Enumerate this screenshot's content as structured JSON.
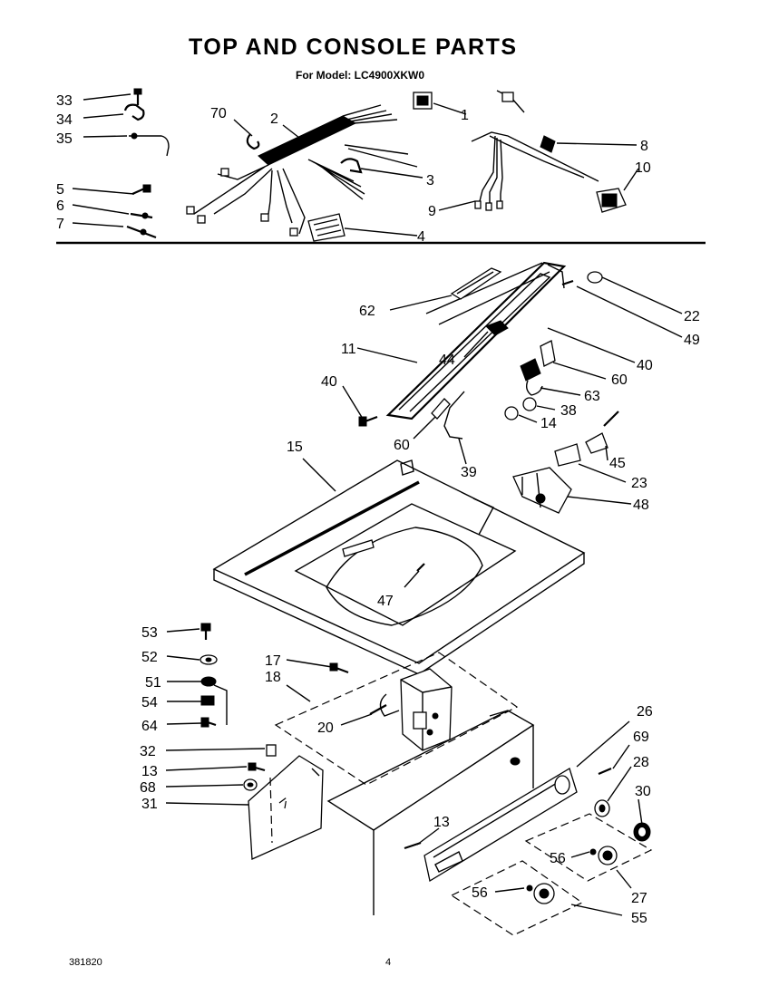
{
  "title": "TOP AND CONSOLE PARTS",
  "subtitle": "For Model: LC4900XKW0",
  "footer": {
    "code": "381820",
    "page": "4"
  },
  "callouts": {
    "c33": "33",
    "c34": "34",
    "c35": "35",
    "c70": "70",
    "c2": "2",
    "c1": "1",
    "c8": "8",
    "c10": "10",
    "c3": "3",
    "c9": "9",
    "c5": "5",
    "c6": "6",
    "c7": "7",
    "c4": "4",
    "c62": "62",
    "c22": "22",
    "c49": "49",
    "c11": "11",
    "c44": "44",
    "c40a": "40",
    "c40b": "40",
    "c60a": "60",
    "c63": "63",
    "c38": "38",
    "c14": "14",
    "c60b": "60",
    "c45": "45",
    "c39": "39",
    "c23": "23",
    "c15": "15",
    "c48": "48",
    "c47": "47",
    "c53": "53",
    "c52": "52",
    "c51": "51",
    "c54": "54",
    "c64": "64",
    "c17": "17",
    "c18": "18",
    "c20": "20",
    "c26": "26",
    "c69": "69",
    "c28": "28",
    "c32": "32",
    "c13a": "13",
    "c68": "68",
    "c31": "31",
    "c30": "30",
    "c13b": "13",
    "c56a": "56",
    "c56b": "56",
    "c27": "27",
    "c55": "55"
  }
}
